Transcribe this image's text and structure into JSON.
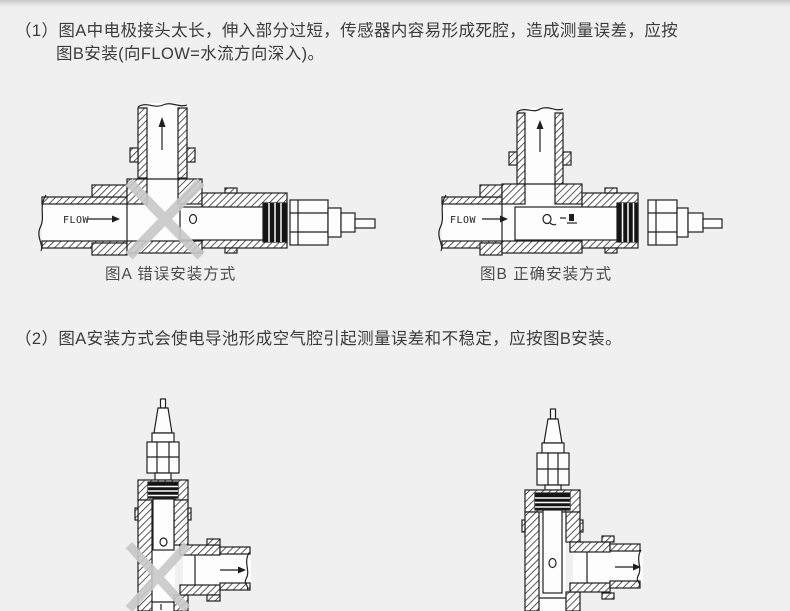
{
  "page": {
    "background": "#f0f0f0",
    "ink": "#1f1f1f",
    "text_color": "#3b3b3b",
    "x_mark_color": "#c8c8c8"
  },
  "paragraphs": {
    "item1_line1": "（1）图A中电极接头太长，伸入部分过短，传感器内容易形成死腔，造成测量误差，应按",
    "item1_line2": "图B安装(向FLOW=水流方向深入)。",
    "item2": "（2）图A安装方式会使电导池形成空气腔引起测量误差和不稳定，应按图B安装。"
  },
  "figures": {
    "fig_a": {
      "caption": "图A 错误安装方式",
      "flow_label": "FLOW",
      "has_x_mark": true
    },
    "fig_b": {
      "caption": "图B 正确安装方式",
      "flow_label": "FLOW",
      "has_x_mark": false
    },
    "fig_c": {
      "has_x_mark": true
    },
    "fig_d": {
      "has_x_mark": false
    }
  }
}
